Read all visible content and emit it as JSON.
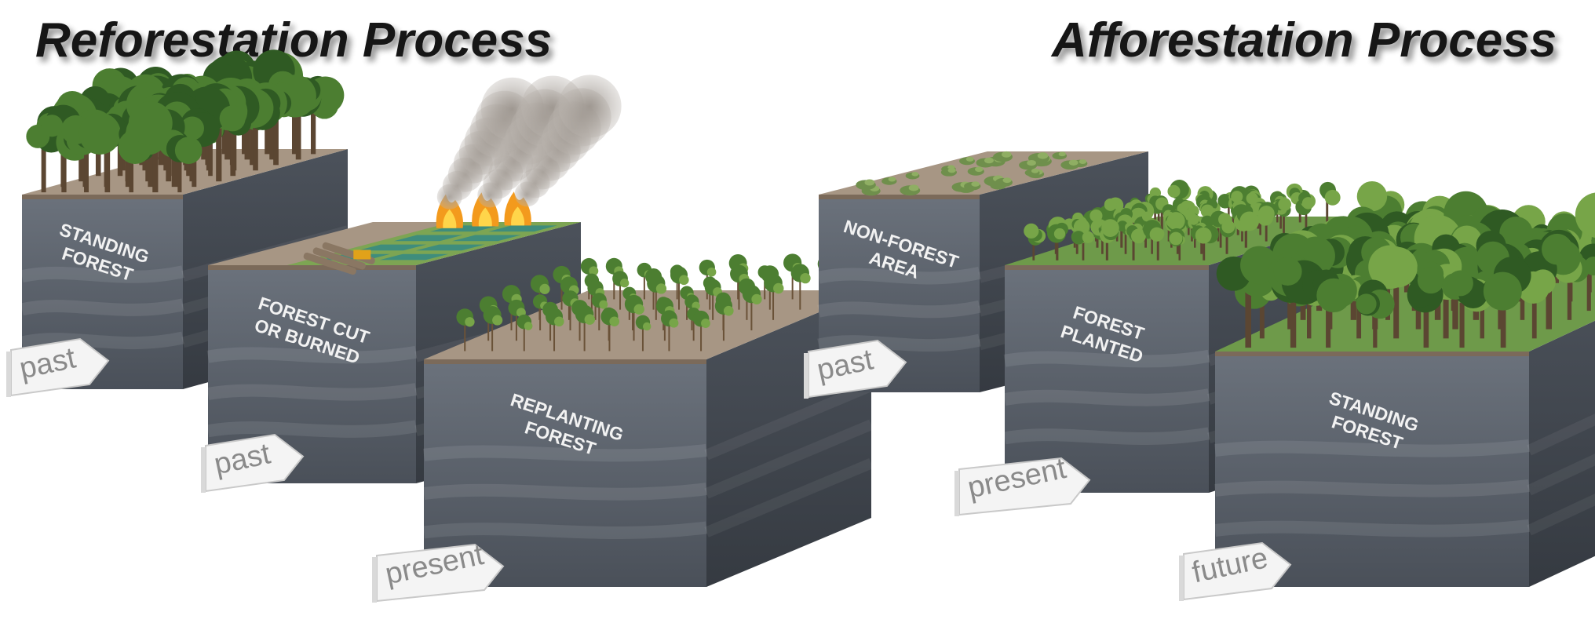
{
  "titles": {
    "reforestation": "Reforestation Process",
    "afforestation": "Afforestation Process"
  },
  "reforestation": {
    "blocks": [
      {
        "label_lines": [
          "STANDING",
          "FOREST"
        ],
        "time": "past",
        "surface": "forest"
      },
      {
        "label_lines": [
          "FOREST CUT",
          "OR BURNED"
        ],
        "time": "past",
        "surface": "burned"
      },
      {
        "label_lines": [
          "REPLANTING",
          "FOREST"
        ],
        "time": "present",
        "surface": "replanting"
      }
    ]
  },
  "afforestation": {
    "blocks": [
      {
        "label_lines": [
          "NON-FOREST",
          "AREA"
        ],
        "time": "past",
        "surface": "barren"
      },
      {
        "label_lines": [
          "FOREST",
          "PLANTED"
        ],
        "time": "present",
        "surface": "planted"
      },
      {
        "label_lines": [
          "STANDING",
          "FOREST"
        ],
        "time": "future",
        "surface": "forest"
      }
    ]
  },
  "colors": {
    "soil_side": "#4f5660",
    "soil_front": "#5d646e",
    "soil_top_dirt": "#a79684",
    "grass": "#6e9a4a",
    "tree_dark": "#2f5a23",
    "tree_mid": "#4c7e31",
    "tree_light": "#77a548",
    "fire": "#f39a1d",
    "smoke": "#8d8781",
    "title": "#151515",
    "tag_text": "#8a8a8a"
  }
}
